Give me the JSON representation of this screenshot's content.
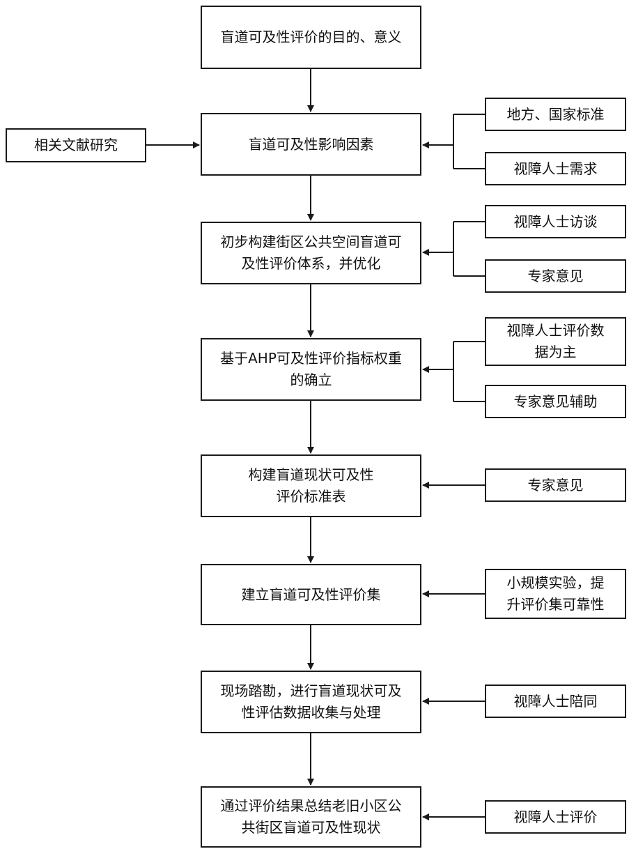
{
  "main_steps": [
    {
      "id": "purpose",
      "lines": [
        "盲道可及性评价的目的、意义"
      ]
    },
    {
      "id": "factors",
      "lines": [
        "盲道可及性影响因素"
      ]
    },
    {
      "id": "system",
      "lines": [
        "初步构建街区公共空间盲道可",
        "及性评价体系，并优化"
      ]
    },
    {
      "id": "ahp",
      "lines": [
        "基于AHP可及性评价指标权重",
        "的确立"
      ]
    },
    {
      "id": "standard",
      "lines": [
        "构建盲道现状可及性",
        "评价标准表"
      ]
    },
    {
      "id": "set",
      "lines": [
        "建立盲道可及性评价集"
      ]
    },
    {
      "id": "survey",
      "lines": [
        "现场踏勘，进行盲道现状可及",
        "性评估数据收集与处理"
      ]
    },
    {
      "id": "summary",
      "lines": [
        "通过评价结果总结老旧小区公",
        "共街区盲道可及性现状"
      ]
    }
  ],
  "left_input": {
    "lines": [
      "相关文献研究"
    ]
  },
  "side_inputs": [
    {
      "lines": [
        "地方、国家标准"
      ]
    },
    {
      "lines": [
        "视障人士需求"
      ]
    },
    {
      "lines": [
        "视障人士访谈"
      ]
    },
    {
      "lines": [
        "专家意见"
      ]
    },
    {
      "lines": [
        "视障人士评价数",
        "据为主"
      ]
    },
    {
      "lines": [
        "专家意见辅助"
      ]
    },
    {
      "lines": [
        "专家意见"
      ]
    },
    {
      "lines": [
        "小规模实验，提",
        "升评价集可靠性"
      ]
    },
    {
      "lines": [
        "视障人士陪同"
      ]
    },
    {
      "lines": [
        "视障人士评价"
      ]
    }
  ],
  "colors": {
    "line": "#1a1a1a",
    "box_border": "#1a1a1a",
    "text": "#111111"
  }
}
